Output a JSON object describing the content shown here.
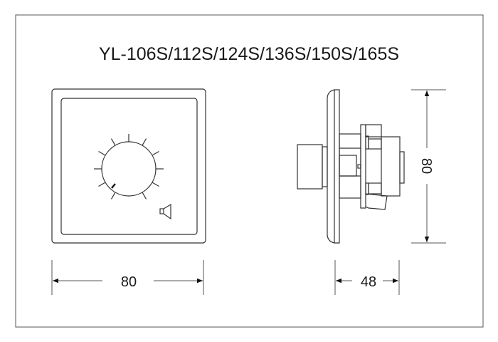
{
  "title": "YL-106S/112S/124S/136S/150S/165S",
  "dimensions": {
    "front_width": "80",
    "side_height": "80",
    "side_depth": "48"
  },
  "knob": {
    "tick_count": 11
  },
  "icons": [
    "speaker-icon"
  ]
}
